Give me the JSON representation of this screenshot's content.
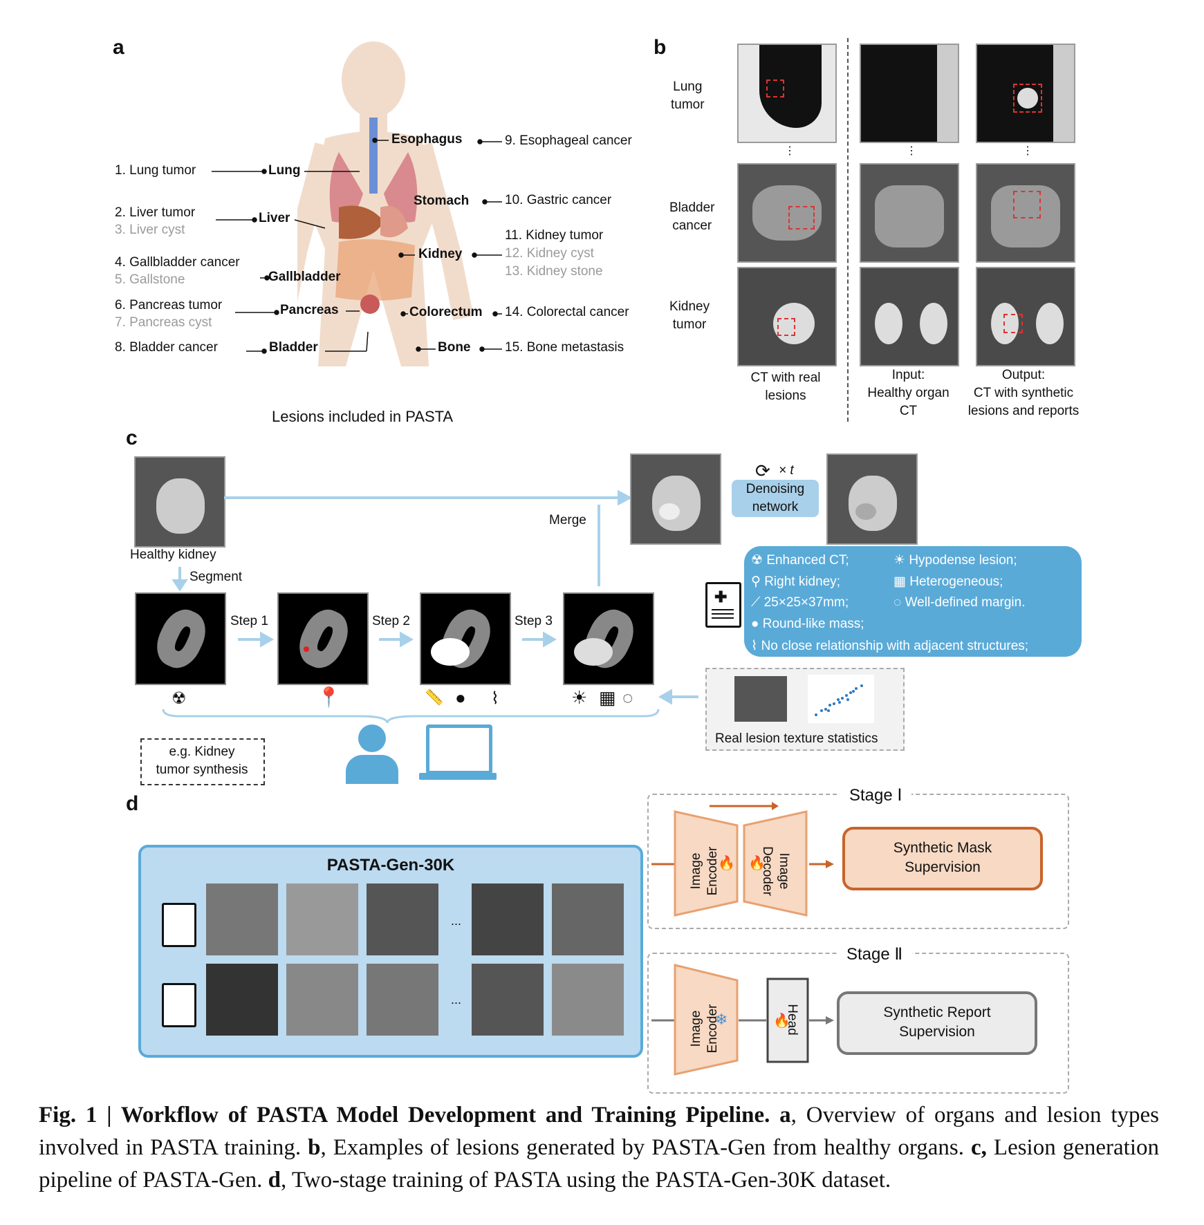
{
  "panels": {
    "a": "a",
    "b": "b",
    "c": "c",
    "d": "d"
  },
  "panel_a": {
    "caption": "Lesions included in PASTA",
    "organs": [
      "Esophagus",
      "Lung",
      "Stomach",
      "Liver",
      "Kidney",
      "Gallbladder",
      "Pancreas",
      "Colorectum",
      "Bladder",
      "Bone"
    ],
    "lesions": [
      "1. Lung tumor",
      "2. Liver tumor",
      "3. Liver cyst",
      "4. Gallbladder cancer",
      "5. Gallstone",
      "6. Pancreas tumor",
      "7. Pancreas cyst",
      "8. Bladder cancer",
      "9. Esophageal cancer",
      "10. Gastric cancer",
      "11. Kidney tumor",
      "12. Kidney cyst",
      "13. Kidney stone",
      "14. Colorectal cancer",
      "15. Bone metastasis"
    ]
  },
  "panel_b": {
    "rows": [
      "Lung\ntumor",
      "Bladder\ncancer",
      "Kidney\ntumor"
    ],
    "col_captions": [
      "CT with real\nlesions",
      "Input:\nHealthy organ\nCT",
      "Output:\nCT with synthetic\nlesions and reports"
    ],
    "ellipsis": "⋮"
  },
  "panel_c": {
    "healthy": "Healthy kidney",
    "segment": "Segment",
    "merge": "Merge",
    "steps": [
      "Step 1",
      "Step 2",
      "Step 3"
    ],
    "denoise_t": "× t",
    "denoise": "Denoising\nnetwork",
    "report": {
      "left": [
        "Enhanced CT;",
        "Right kidney;",
        "25×25×37mm;",
        "Round-like mass;",
        "No close relationship with adjacent structures;"
      ],
      "right": [
        "Hypodense lesion;",
        "Heterogeneous;",
        "Well-defined margin."
      ]
    },
    "texture": "Real lesion texture statistics",
    "example": "e.g. Kidney\ntumor synthesis"
  },
  "panel_d": {
    "dataset": "PASTA-Gen-30K",
    "ellipsis": "...",
    "stage1": "Stage Ⅰ",
    "stage2": "Stage Ⅱ",
    "image_encoder": "Image\nEncoder",
    "image_decoder": "Image\nDecoder",
    "head": "Head",
    "mask_sup": "Synthetic Mask\nSupervision",
    "report_sup": "Synthetic Report\nSupervision"
  },
  "figure_caption": {
    "title": "Fig. 1 | Workflow of PASTA Model Development and Training Pipeline.",
    "a_key": "a",
    "a_text": ", Overview of organs and lesion types involved in PASTA training. ",
    "b_key": "b",
    "b_text": ", Examples of lesions generated by PASTA-Gen from healthy organs. ",
    "c_key": "c,",
    "c_text": " Lesion generation pipeline of PASTA-Gen. ",
    "d_key": "d",
    "d_text": ", Two-stage training of PASTA using the PASTA-Gen-30K dataset."
  },
  "colors": {
    "blue_light": "#a8d0ea",
    "blue": "#5aaad8",
    "orange": "#c8642a",
    "orange_fill": "#f7d9c4"
  }
}
